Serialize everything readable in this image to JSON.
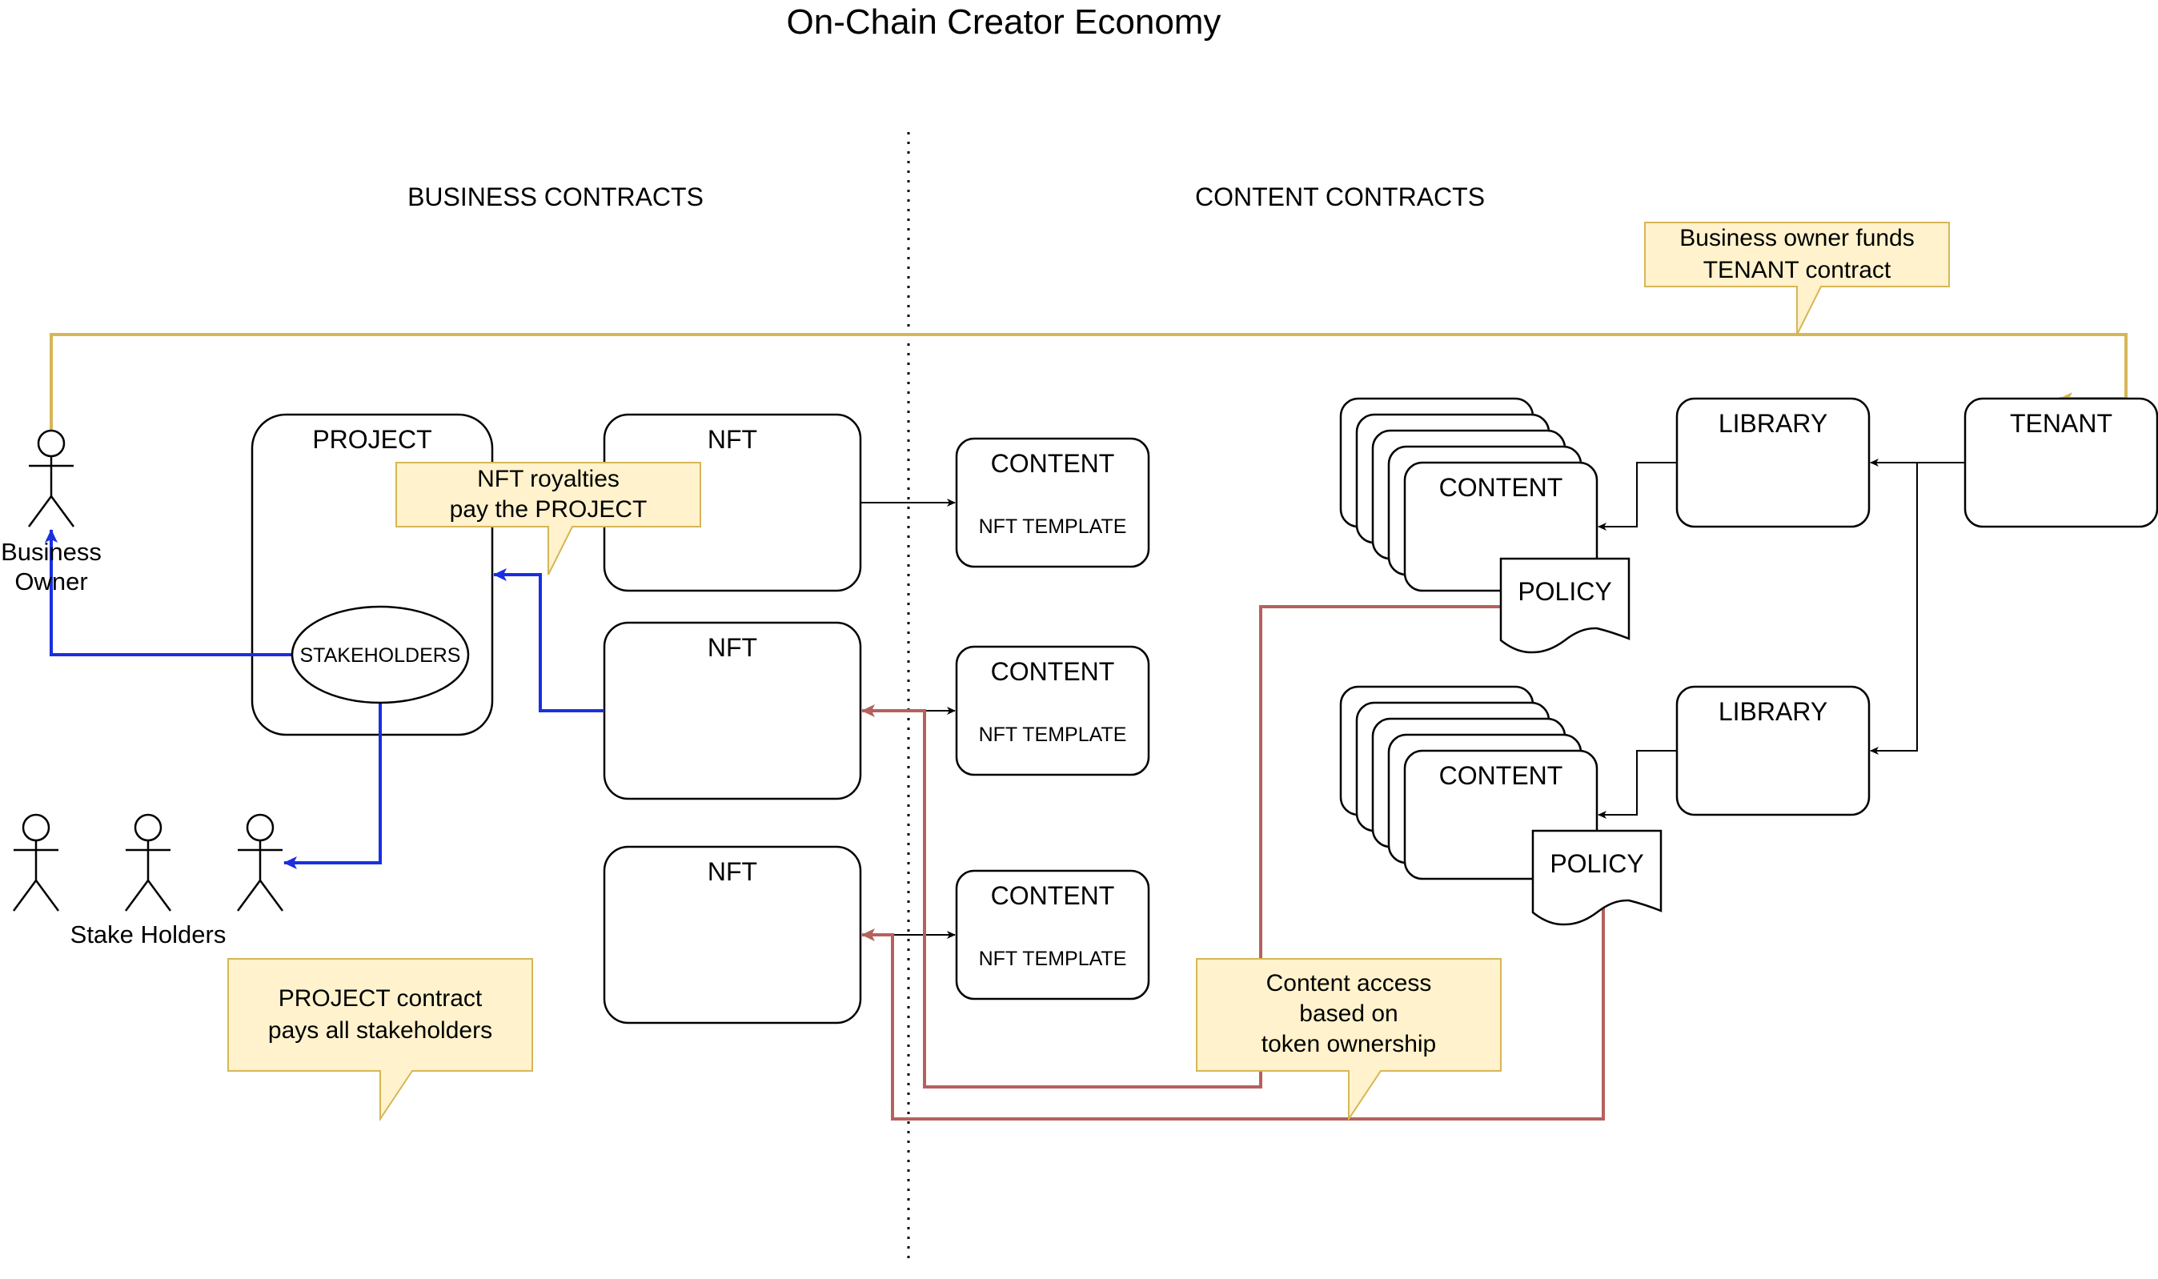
{
  "title": "On-Chain Creator Economy",
  "headers": {
    "business": "BUSINESS CONTRACTS",
    "content": "CONTENT CONTRACTS"
  },
  "project": {
    "label": "PROJECT",
    "stakeholders": "STAKEHOLDERS"
  },
  "nfts": [
    {
      "label": "NFT"
    },
    {
      "label": "NFT"
    },
    {
      "label": "NFT"
    }
  ],
  "nft_contents": [
    {
      "label": "CONTENT",
      "sub": "NFT TEMPLATE"
    },
    {
      "label": "CONTENT",
      "sub": "NFT TEMPLATE"
    },
    {
      "label": "CONTENT",
      "sub": "NFT TEMPLATE"
    }
  ],
  "content_stacks": [
    {
      "label": "CONTENT",
      "policy": "POLICY"
    },
    {
      "label": "CONTENT",
      "policy": "POLICY"
    }
  ],
  "libraries": [
    {
      "label": "LIBRARY"
    },
    {
      "label": "LIBRARY"
    }
  ],
  "tenant": {
    "label": "TENANT"
  },
  "actors": {
    "business_owner_line1": "Business",
    "business_owner_line2": "Owner",
    "stake_holders": "Stake Holders"
  },
  "notes": {
    "nft_royalties": [
      "NFT royalties",
      "pay the PROJECT"
    ],
    "project_pays": [
      "PROJECT contract",
      "pays all stakeholders"
    ],
    "business_funds": [
      "Business owner funds",
      "TENANT contract"
    ],
    "content_access": [
      "Content access",
      "based on",
      "token ownership"
    ]
  },
  "colors": {
    "payment": "#1a2fe0",
    "access": "#b5615d",
    "funding": "#d6b656",
    "note_fill": "#fff2cc",
    "note_stroke": "#d6b656"
  }
}
